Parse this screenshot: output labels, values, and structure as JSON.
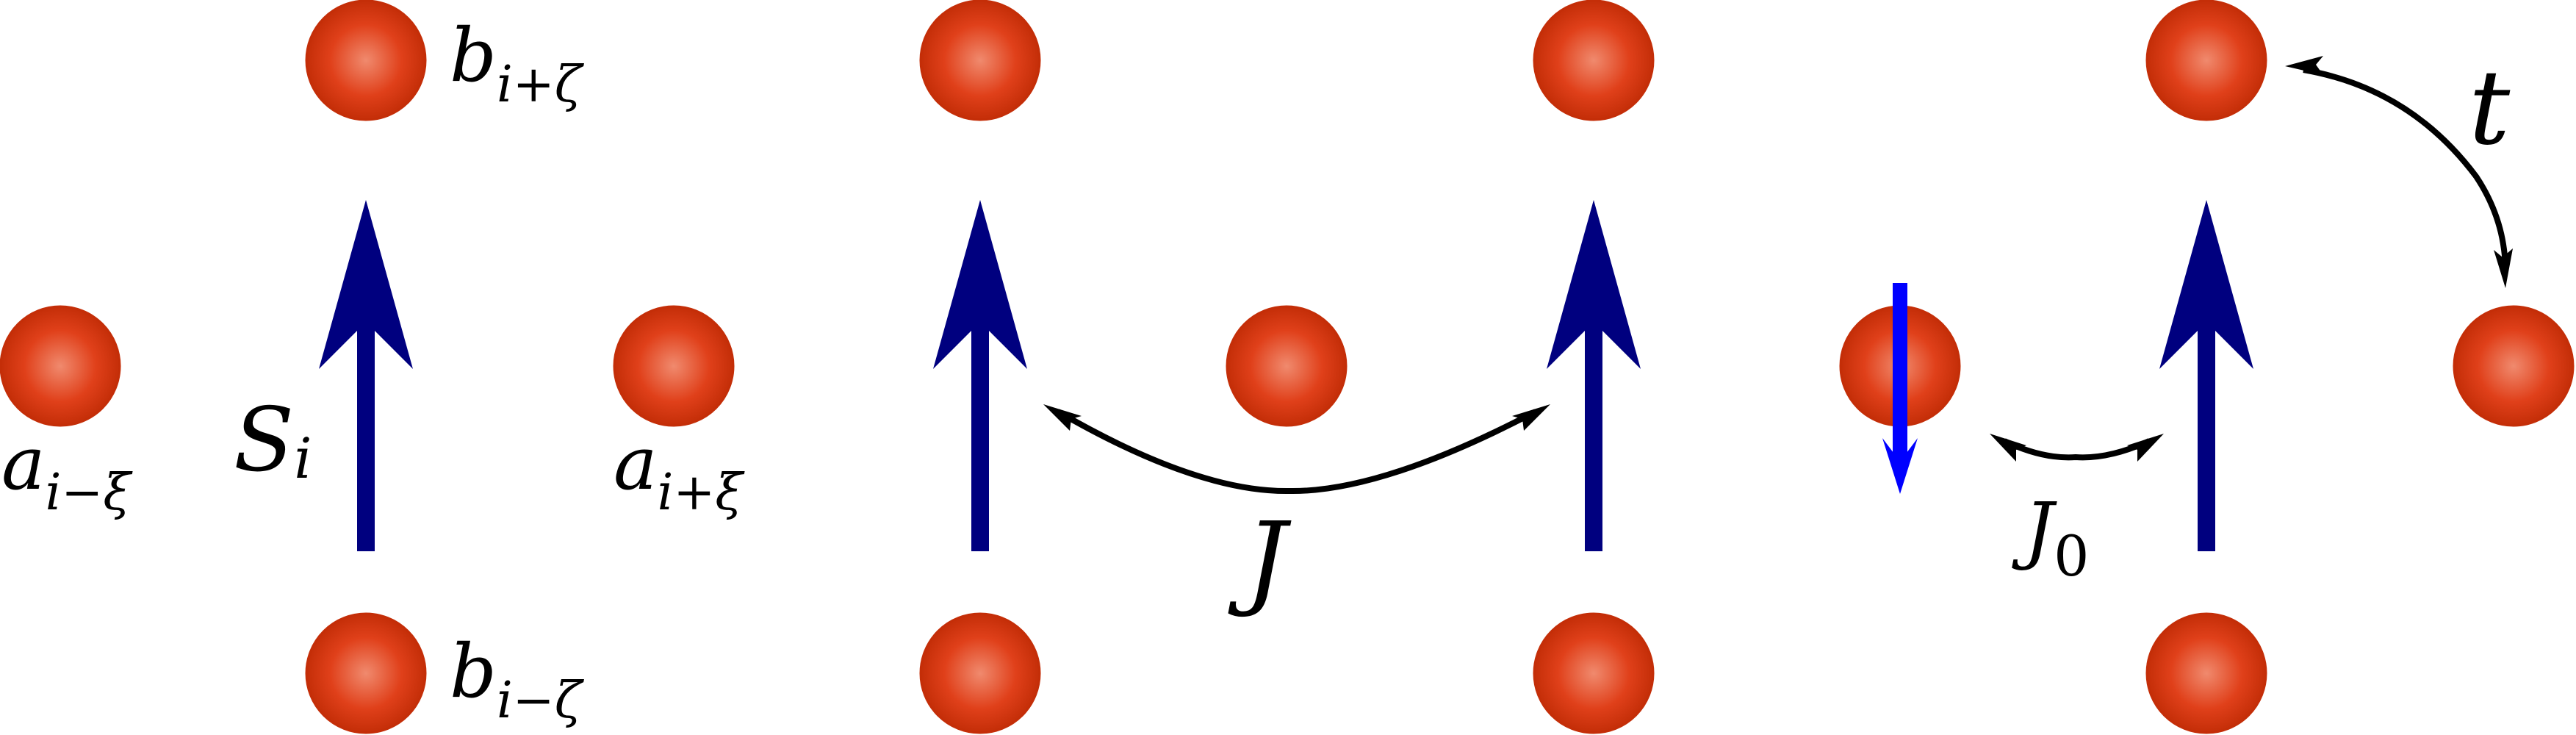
{
  "colors": {
    "site_fill_center": "#f08a6e",
    "site_fill_mid": "#e0401a",
    "site_fill_edge": "#c42e08",
    "spin_up": "#00007f",
    "spin_down": "#0000ff",
    "coupling": "#000000"
  },
  "labels": {
    "a_minus": {
      "base": "a",
      "sub": "i−ξ"
    },
    "a_plus": {
      "base": "a",
      "sub": "i+ξ"
    },
    "b_plus": {
      "base": "b",
      "sub": "i+ζ"
    },
    "b_minus": {
      "base": "b",
      "sub": "i−ζ"
    },
    "spin": {
      "base": "S",
      "sub": "i"
    },
    "J": "J",
    "J0": {
      "base": "J",
      "sub": "0"
    },
    "t": "t"
  },
  "lattice": {
    "spins_up_count": 4,
    "spins_down_count": 1,
    "sites_count": 13
  }
}
